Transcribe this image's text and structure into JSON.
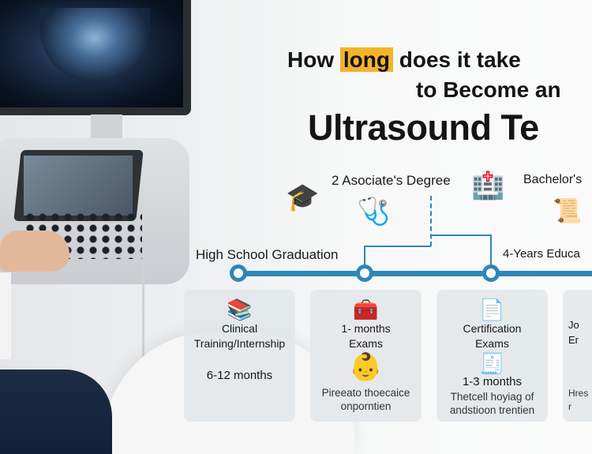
{
  "title": {
    "line1_pre": "How",
    "line1_highlight": "long",
    "line1_post": "does it take",
    "line2": "to Become an",
    "line3": "Ultrasound Te"
  },
  "accent_color": "#2f86b8",
  "highlight_color": "#f3b42c",
  "milestones": {
    "high_school": "High School Graduation",
    "associate": "2 Asociate's Degree",
    "bachelor": "Bachelor's",
    "four_years": "4-Years Educa"
  },
  "cards": [
    {
      "title": "Clinical Training/Internship",
      "duration": "6-12 months",
      "icon": "books-icon"
    },
    {
      "title": "1- months Exams",
      "desc": "Pireeato thoecaice onporntien",
      "icon": "medical-kit-icon"
    },
    {
      "title": "Certification Exams",
      "duration": "1-3 months",
      "desc": "Thetcell hoyiag of andstioon trentien",
      "icon": "certificate-icon"
    },
    {
      "title": "Jo Er",
      "desc": "Hres r",
      "icon": ""
    }
  ]
}
